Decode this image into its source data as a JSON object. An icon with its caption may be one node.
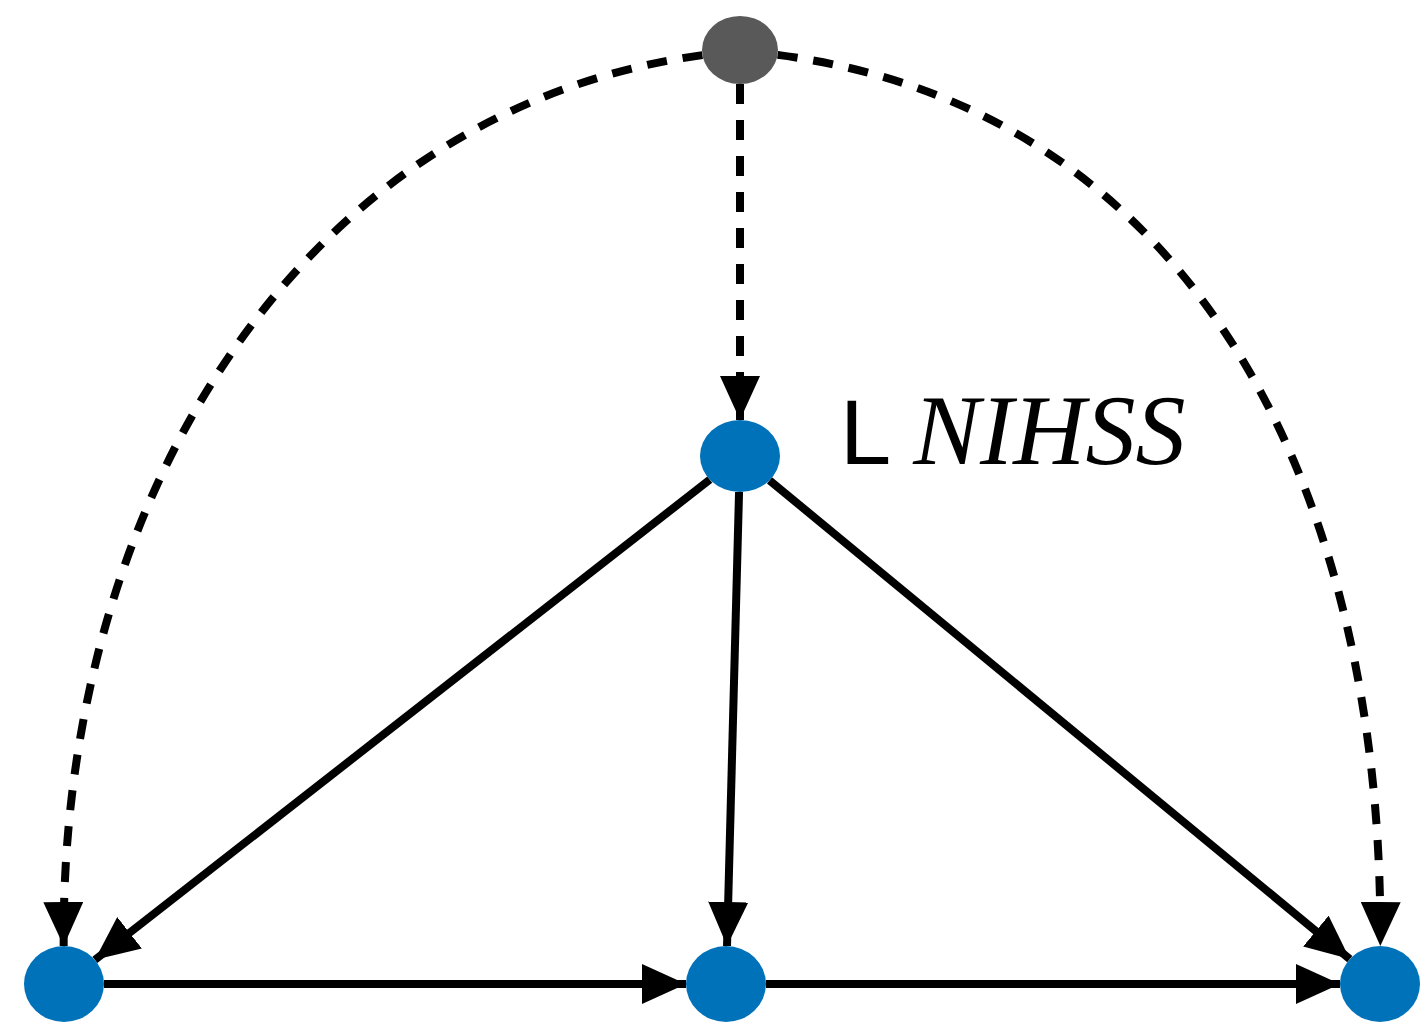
{
  "diagram": {
    "nodes": [
      {
        "text": [],
        "shape": "circle"
      },
      {
        "text": [],
        "shape": "circle",
        "beside": [
          "L *NIHSS*"
        ]
      },
      {
        "text": [],
        "shape": "circle"
      },
      {
        "text": [],
        "shape": "circle"
      },
      {
        "text": [],
        "shape": "circle"
      }
    ],
    "edges": [
      {
        "from": 0,
        "to": 1,
        "arrow": "to",
        "style": "dashed"
      },
      {
        "from": 0,
        "to": 2,
        "arrow": "to",
        "style": "dashed"
      },
      {
        "from": 0,
        "to": 4,
        "arrow": "to",
        "style": "dashed"
      },
      {
        "from": 1,
        "to": 2,
        "arrow": "to"
      },
      {
        "from": 1,
        "to": 3,
        "arrow": "to"
      },
      {
        "from": 1,
        "to": 4,
        "arrow": "to"
      },
      {
        "from": 2,
        "to": 3,
        "arrow": "to"
      },
      {
        "from": 3,
        "to": 4,
        "arrow": "to"
      }
    ]
  }
}
